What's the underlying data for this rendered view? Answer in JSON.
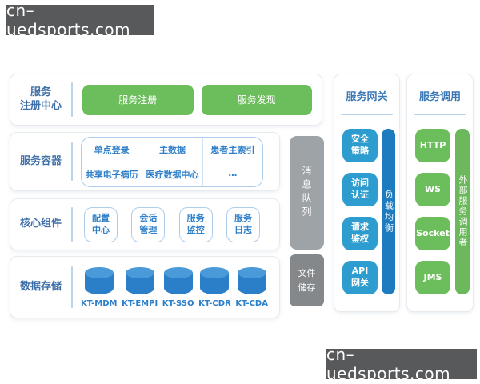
{
  "watermark": {
    "text": "cn–uedsports.com"
  },
  "colors": {
    "green": "#6cbd5b",
    "blue_node": "#2d9ccf",
    "blue_bar": "#1d7cc0",
    "gray_bar": "#9ea3a7",
    "gray_box": "#85888b",
    "cylinder_blue": "#2b7ec8",
    "title_blue": "#3a77b5",
    "item_blue": "#2f80c9"
  },
  "registry": {
    "label_lines": [
      "服务",
      "注册中心"
    ],
    "buttons": [
      "服务注册",
      "服务发现"
    ]
  },
  "container": {
    "label": "服务容器",
    "grid": [
      [
        "单点登录",
        "主数据",
        "患者主索引"
      ],
      [
        "共享电子病历",
        "医疗数据中心",
        "…"
      ]
    ]
  },
  "core": {
    "label": "核心组件",
    "boxes": [
      [
        "配置",
        "中心"
      ],
      [
        "会话",
        "管理"
      ],
      [
        "服务",
        "监控"
      ],
      [
        "服务",
        "日志"
      ]
    ]
  },
  "storage": {
    "label": "数据存储",
    "databases": [
      "KT-MDM",
      "KT-EMPI",
      "KT-SSO",
      "KT-CDR",
      "KT-CDA"
    ]
  },
  "middleware": {
    "message_queue": "消息队列",
    "file_storage_lines": [
      "文件",
      "储存"
    ]
  },
  "gateway": {
    "title": "服务网关",
    "boxes": [
      [
        "安全",
        "策略"
      ],
      [
        "访问",
        "认证"
      ],
      [
        "请求",
        "鉴权"
      ],
      [
        "API",
        "网关"
      ]
    ],
    "bar": "负载均衡"
  },
  "invocation": {
    "title": "服务调用",
    "boxes": [
      "HTTP",
      "WS",
      "Socket",
      "JMS"
    ],
    "bar": "外部服务调用者"
  }
}
